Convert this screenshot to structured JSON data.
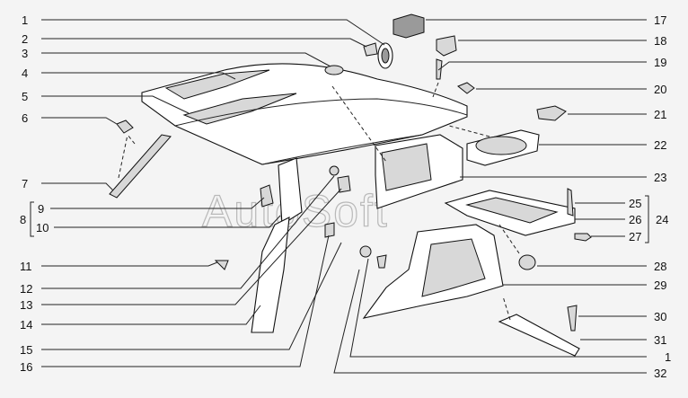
{
  "watermark": "AutoSoft",
  "left_labels": [
    "1",
    "2",
    "3",
    "4",
    "5",
    "6",
    "7",
    "9",
    "8",
    "10",
    "11",
    "12",
    "13",
    "14",
    "15",
    "16"
  ],
  "right_labels": [
    "17",
    "18",
    "19",
    "20",
    "21",
    "22",
    "23",
    "25",
    "24",
    "26",
    "27",
    "28",
    "29",
    "30",
    "1",
    "31",
    "32"
  ]
}
